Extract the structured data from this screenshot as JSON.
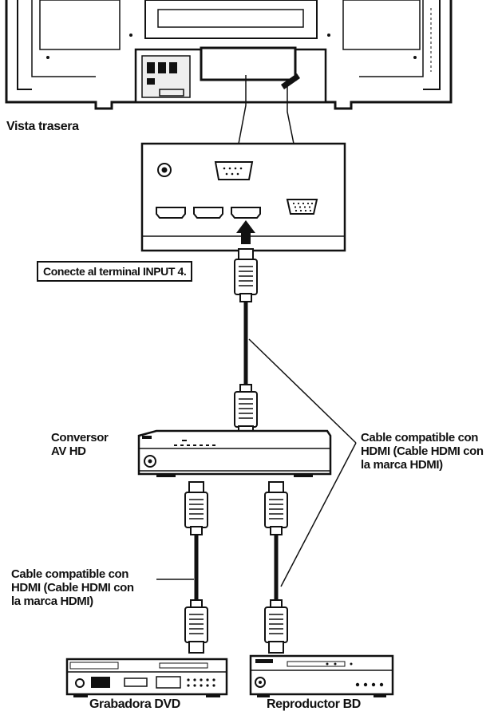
{
  "labels": {
    "rear_view": "Vista trasera",
    "connect_input": "Conecte al terminal INPUT 4.",
    "converter": [
      "Conversor",
      "AV HD"
    ],
    "cable_right": [
      "Cable compatible con",
      "HDMI (Cable HDMI con",
      "la marca HDMI)"
    ],
    "cable_left": [
      "Cable compatible con",
      "HDMI (Cable HDMI con",
      "la marca HDMI)"
    ],
    "dvd_recorder": "Grabadora DVD",
    "bd_player": "Reproductor BD"
  }
}
